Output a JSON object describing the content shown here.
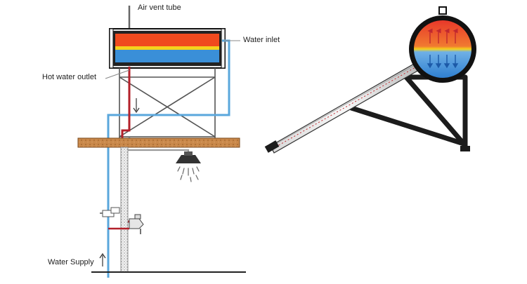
{
  "labels": {
    "air_vent_tube": "Air vent tube",
    "water_inlet": "Water inlet",
    "hot_water_outlet": "Hot water outlet",
    "water_supply": "Water Supply"
  },
  "colors": {
    "hot_water": "#f04a1e",
    "cold_water": "#3a8fd8",
    "divider": "#f5d21c",
    "pipe_cold": "#5aa7dc",
    "pipe_hot": "#b3202a",
    "frame": "#111111",
    "floor_wood": "#c9884a",
    "stand": "#222222"
  },
  "icons": [
    "shower-head-icon",
    "faucet-icon",
    "valve-icon",
    "flow-arrow-icon"
  ]
}
